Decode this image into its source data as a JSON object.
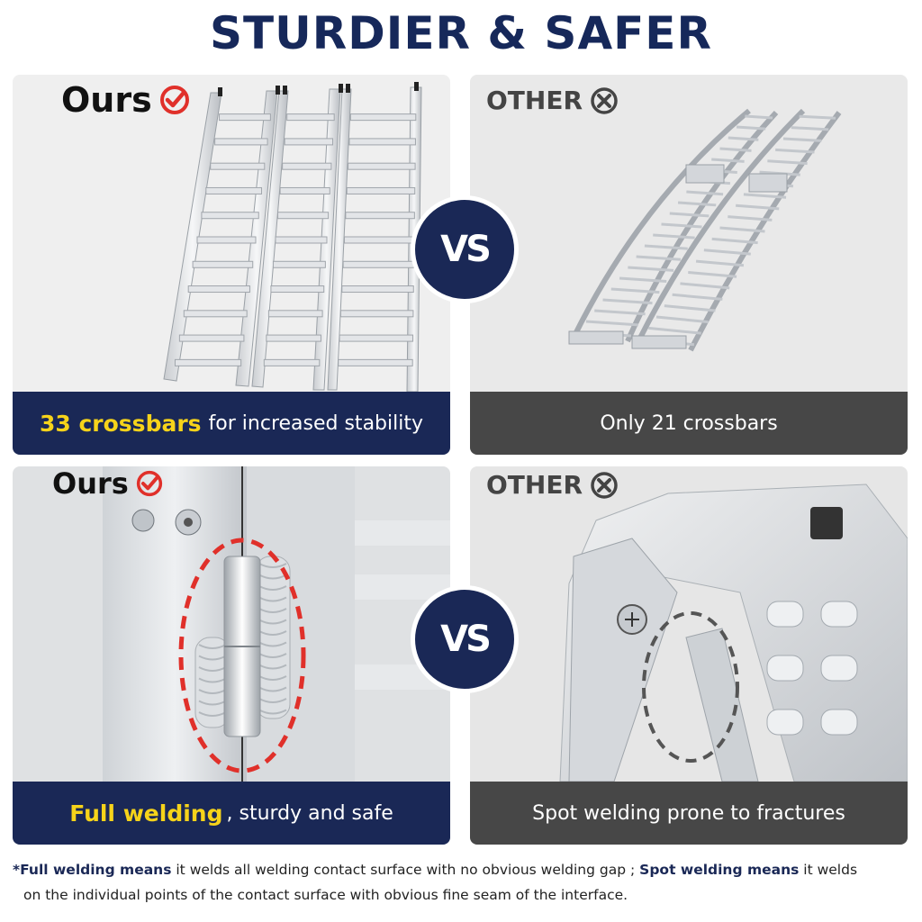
{
  "title": "STURDIER & SAFER",
  "vs_label": "VS",
  "panels": {
    "top_left": {
      "badge": "Ours",
      "caption_highlight": "33 crossbars",
      "caption_rest": "for increased stability"
    },
    "top_right": {
      "badge": "OTHER",
      "caption": "Only 21 crossbars"
    },
    "bottom_left": {
      "badge": "Ours",
      "caption_highlight": "Full welding",
      "caption_rest": ", sturdy and safe"
    },
    "bottom_right": {
      "badge": "OTHER",
      "caption": "Spot welding prone to fractures"
    }
  },
  "footnote": {
    "star": "*",
    "term1": "Full welding means",
    "text1": " it welds all welding contact surface with no obvious welding gap ; ",
    "term2": "Spot welding means",
    "text2": " it welds",
    "line2": "on the individual points of the contact surface with obvious fine seam of the interface."
  },
  "colors": {
    "navy": "#1a2856",
    "highlight_yellow": "#f6d31a",
    "check_red": "#e0302a",
    "dark_caption": "#474747"
  },
  "icons": {
    "ours": "check-circle-icon",
    "other": "x-circle-icon"
  }
}
